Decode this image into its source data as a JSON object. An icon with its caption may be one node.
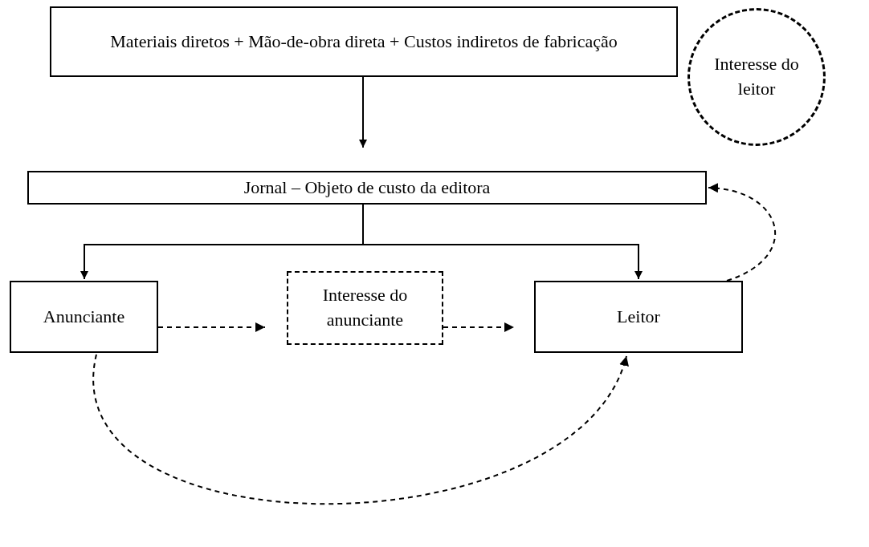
{
  "diagram": {
    "nodes": [
      {
        "text": [
          "Materiais diretos + Mão-de-obra direta + Custos indiretos de fabricação"
        ]
      },
      {
        "text": [
          "Jornal – Objeto de custo da editora"
        ]
      },
      {
        "text": [
          "Anunciante"
        ]
      },
      {
        "text": [
          "Interesse do anunciante"
        ]
      },
      {
        "text": [
          "Leitor"
        ]
      },
      {
        "text": [
          "Interesse do leitor"
        ]
      }
    ],
    "edges": [
      {
        "from": 0,
        "to": 1,
        "arrow": "to"
      },
      {
        "from": 1,
        "to": 2,
        "arrow": "to"
      },
      {
        "from": 1,
        "to": 4,
        "arrow": "to"
      },
      {
        "from": 2,
        "to": 3,
        "arrow": "to",
        "style": "dashed"
      },
      {
        "from": 3,
        "to": 4,
        "arrow": "to",
        "style": "dashed"
      },
      {
        "from": 4,
        "to": 1,
        "arrow": "to",
        "style": "dashed"
      },
      {
        "from": 2,
        "to": 4,
        "arrow": "to",
        "style": "dashed"
      }
    ]
  }
}
